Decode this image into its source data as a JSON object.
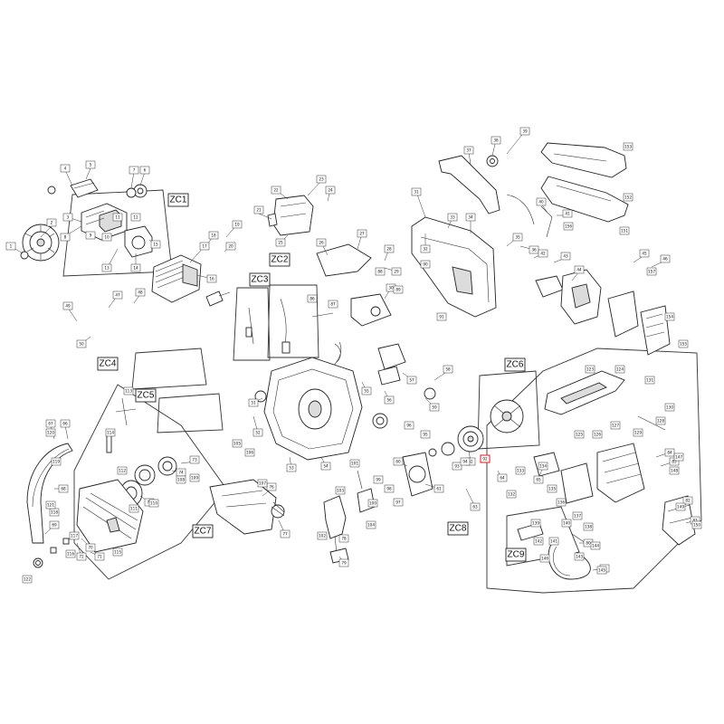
{
  "diagram": {
    "accent_color": "#e0302a",
    "groups": [
      "ZC1",
      "ZC2",
      "ZC3",
      "ZC4",
      "ZC5",
      "ZC6",
      "ZC7",
      "ZC8",
      "ZC9"
    ],
    "highlighted_part": "92",
    "parts": [
      "1",
      "2",
      "3",
      "4",
      "5",
      "6",
      "7",
      "8",
      "9",
      "10",
      "11",
      "12",
      "13",
      "14",
      "15",
      "16",
      "17",
      "18",
      "19",
      "20",
      "21",
      "22",
      "23",
      "24",
      "25",
      "26",
      "27",
      "28",
      "29",
      "30",
      "31",
      "32",
      "33",
      "34",
      "35",
      "36",
      "37",
      "38",
      "39",
      "40",
      "41",
      "42",
      "43",
      "44",
      "45",
      "46",
      "47",
      "48",
      "49",
      "50",
      "51",
      "52",
      "53",
      "54",
      "55",
      "56",
      "57",
      "58",
      "59",
      "60",
      "61",
      "62",
      "63",
      "64",
      "65",
      "66",
      "67",
      "68",
      "69",
      "70",
      "71",
      "72",
      "73",
      "74",
      "75",
      "76",
      "77",
      "78",
      "79",
      "80",
      "81",
      "82",
      "83",
      "84",
      "85",
      "86",
      "87",
      "88",
      "89",
      "90",
      "91",
      "92",
      "93",
      "94",
      "95",
      "96",
      "97",
      "98",
      "99",
      "100",
      "101",
      "102",
      "103",
      "104",
      "105",
      "106",
      "107",
      "108",
      "109",
      "110",
      "111",
      "112",
      "113",
      "114",
      "115",
      "116",
      "117",
      "118",
      "119",
      "120",
      "121",
      "122",
      "123",
      "124",
      "125",
      "126",
      "127",
      "128",
      "129",
      "130",
      "131",
      "132",
      "133",
      "134",
      "135",
      "136",
      "137",
      "138",
      "139",
      "140",
      "141",
      "142",
      "143",
      "144",
      "145",
      "146",
      "147",
      "148",
      "149",
      "150",
      "151",
      "152",
      "153",
      "154",
      "155",
      "156",
      "157"
    ]
  }
}
